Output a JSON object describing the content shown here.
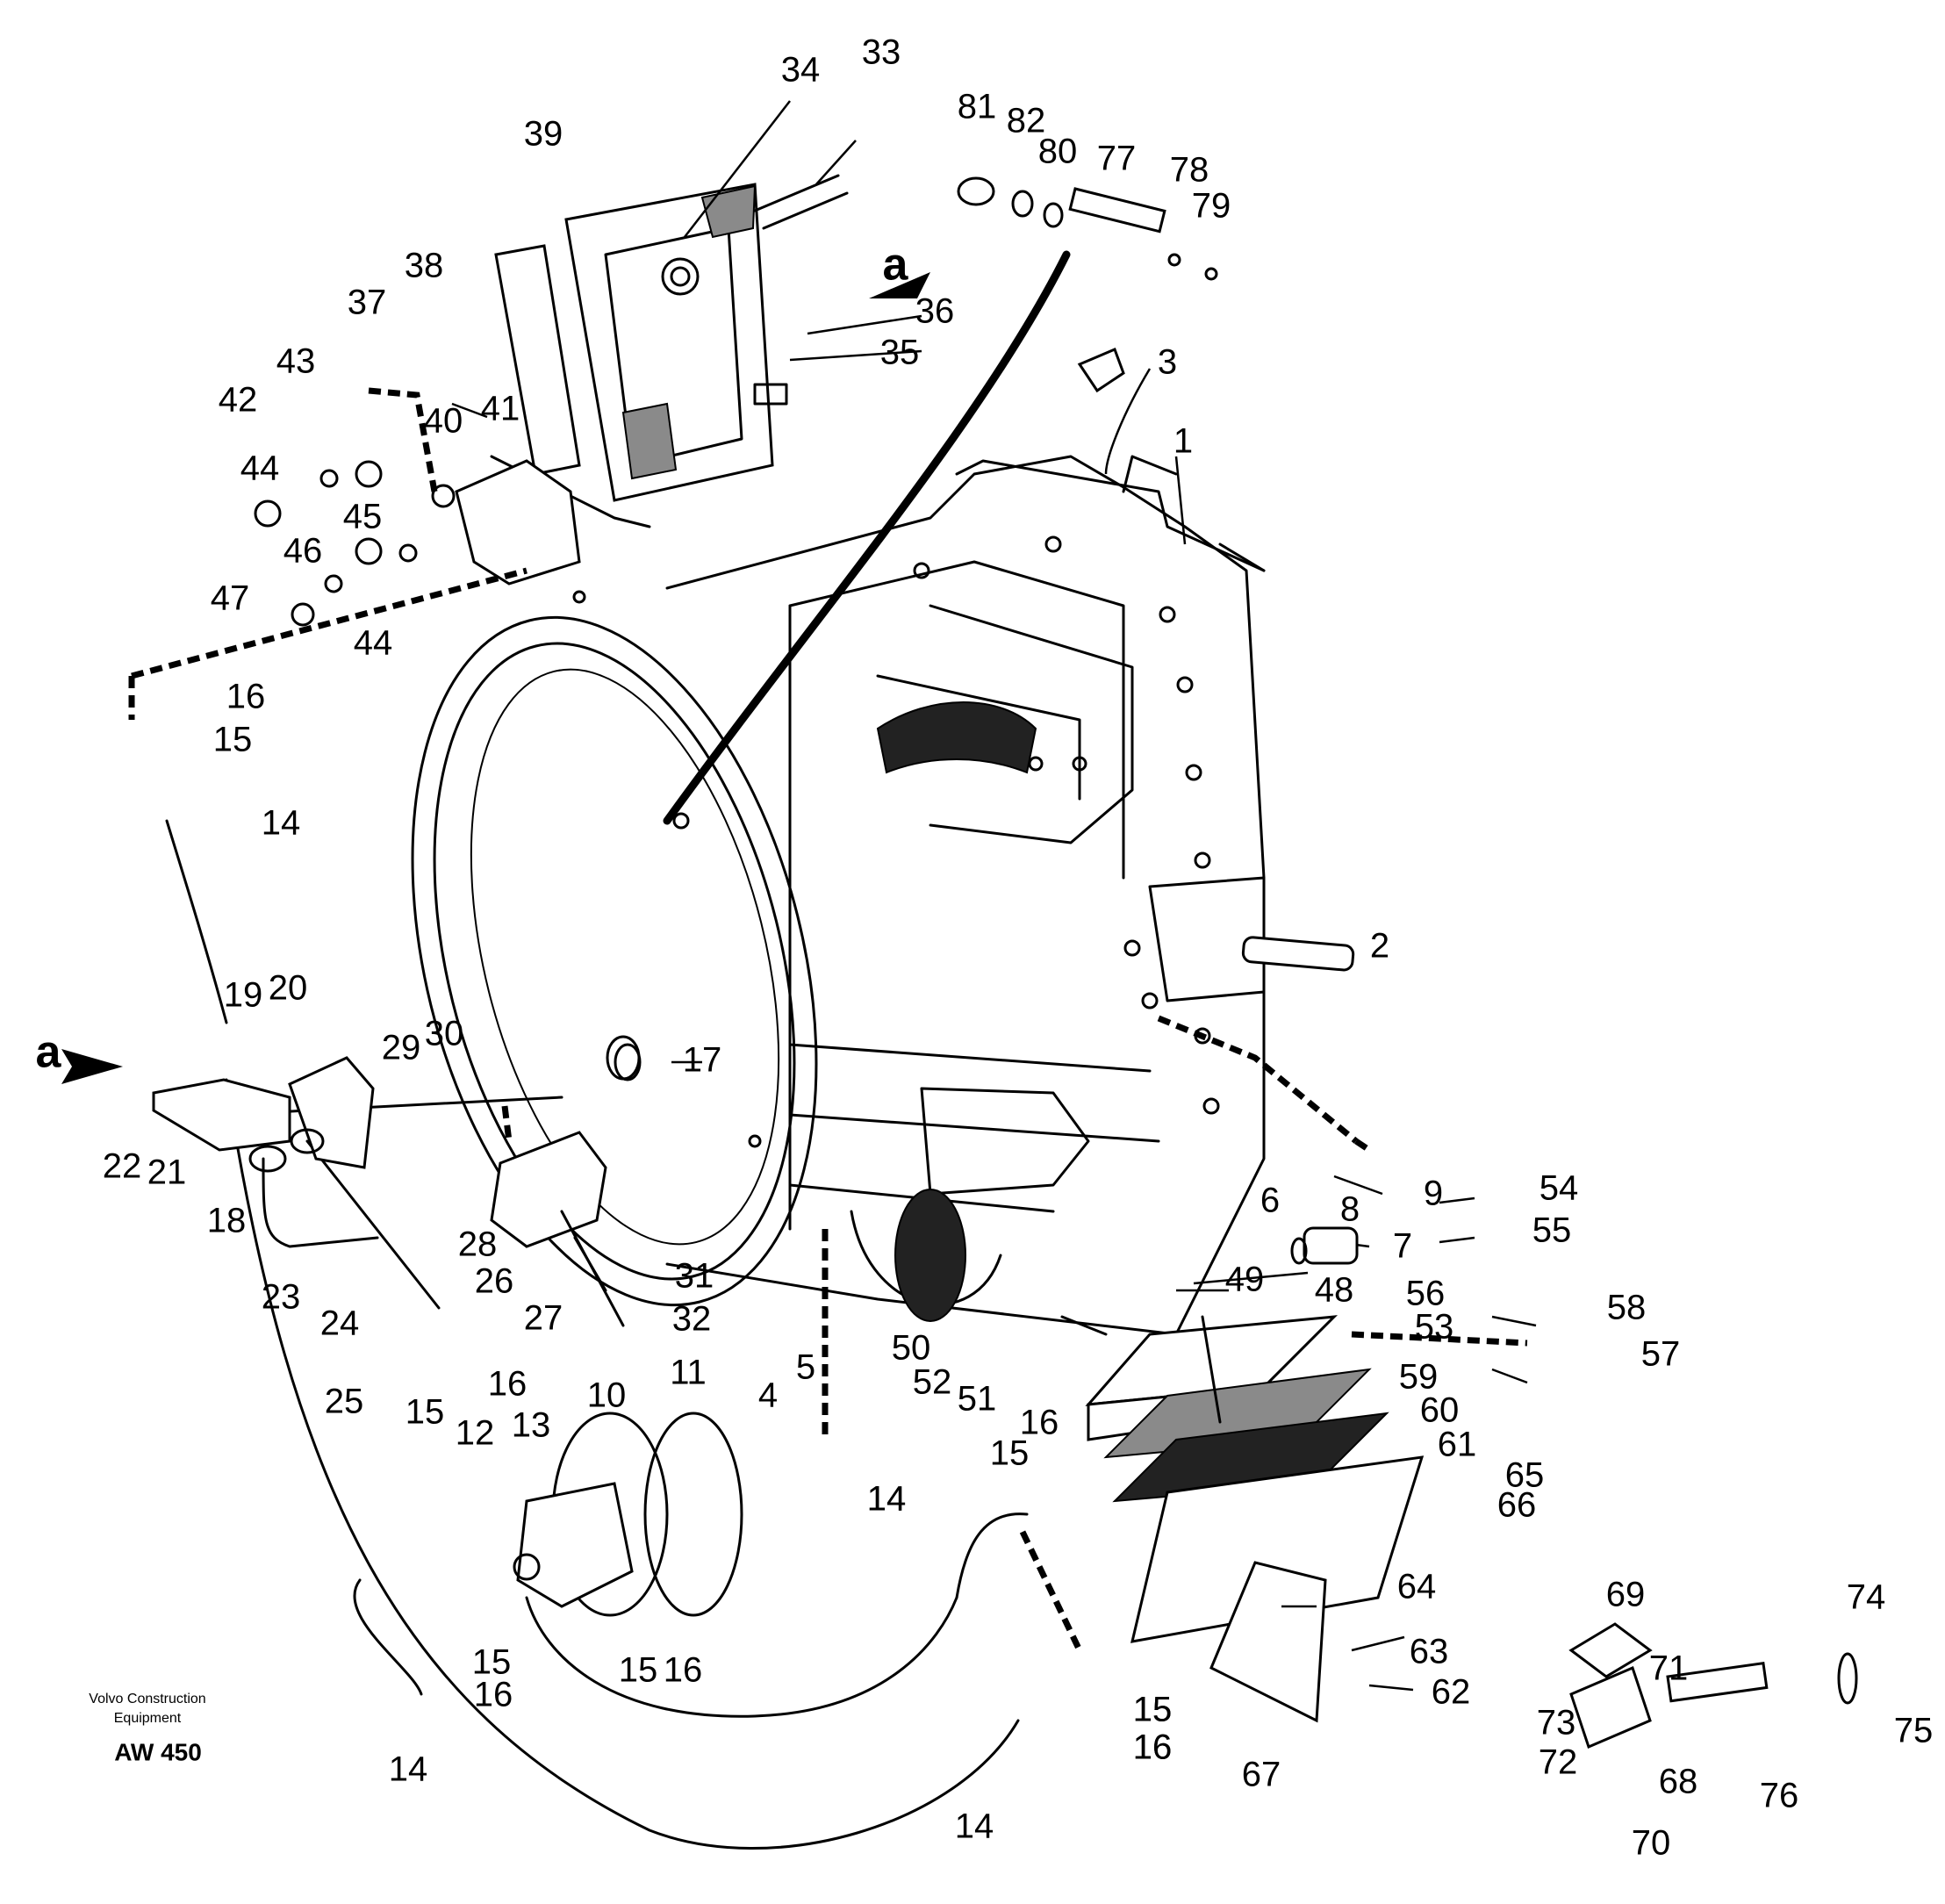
{
  "caption": {
    "maker_line1": "Volvo Construction",
    "maker_line2": "Equipment",
    "code": "AW 450"
  },
  "section_marker": "a",
  "callouts": [
    "1",
    "2",
    "3",
    "4",
    "5",
    "6",
    "7",
    "8",
    "9",
    "10",
    "11",
    "12",
    "13",
    "14",
    "14",
    "14",
    "14",
    "14",
    "15",
    "15",
    "15",
    "15",
    "15",
    "15",
    "15",
    "16",
    "16",
    "16",
    "16",
    "16",
    "16",
    "16",
    "17",
    "18",
    "19",
    "20",
    "21",
    "22",
    "23",
    "24",
    "25",
    "26",
    "27",
    "28",
    "29",
    "30",
    "31",
    "32",
    "33",
    "34",
    "35",
    "36",
    "37",
    "38",
    "39",
    "40",
    "41",
    "42",
    "43",
    "44",
    "44",
    "45",
    "46",
    "47",
    "48",
    "49",
    "50",
    "51",
    "52",
    "53",
    "54",
    "55",
    "56",
    "57",
    "58",
    "59",
    "60",
    "61",
    "62",
    "63",
    "64",
    "65",
    "66",
    "67",
    "68",
    "69",
    "70",
    "71",
    "72",
    "73",
    "74",
    "75",
    "76",
    "77",
    "78",
    "79",
    "80",
    "81",
    "82"
  ]
}
